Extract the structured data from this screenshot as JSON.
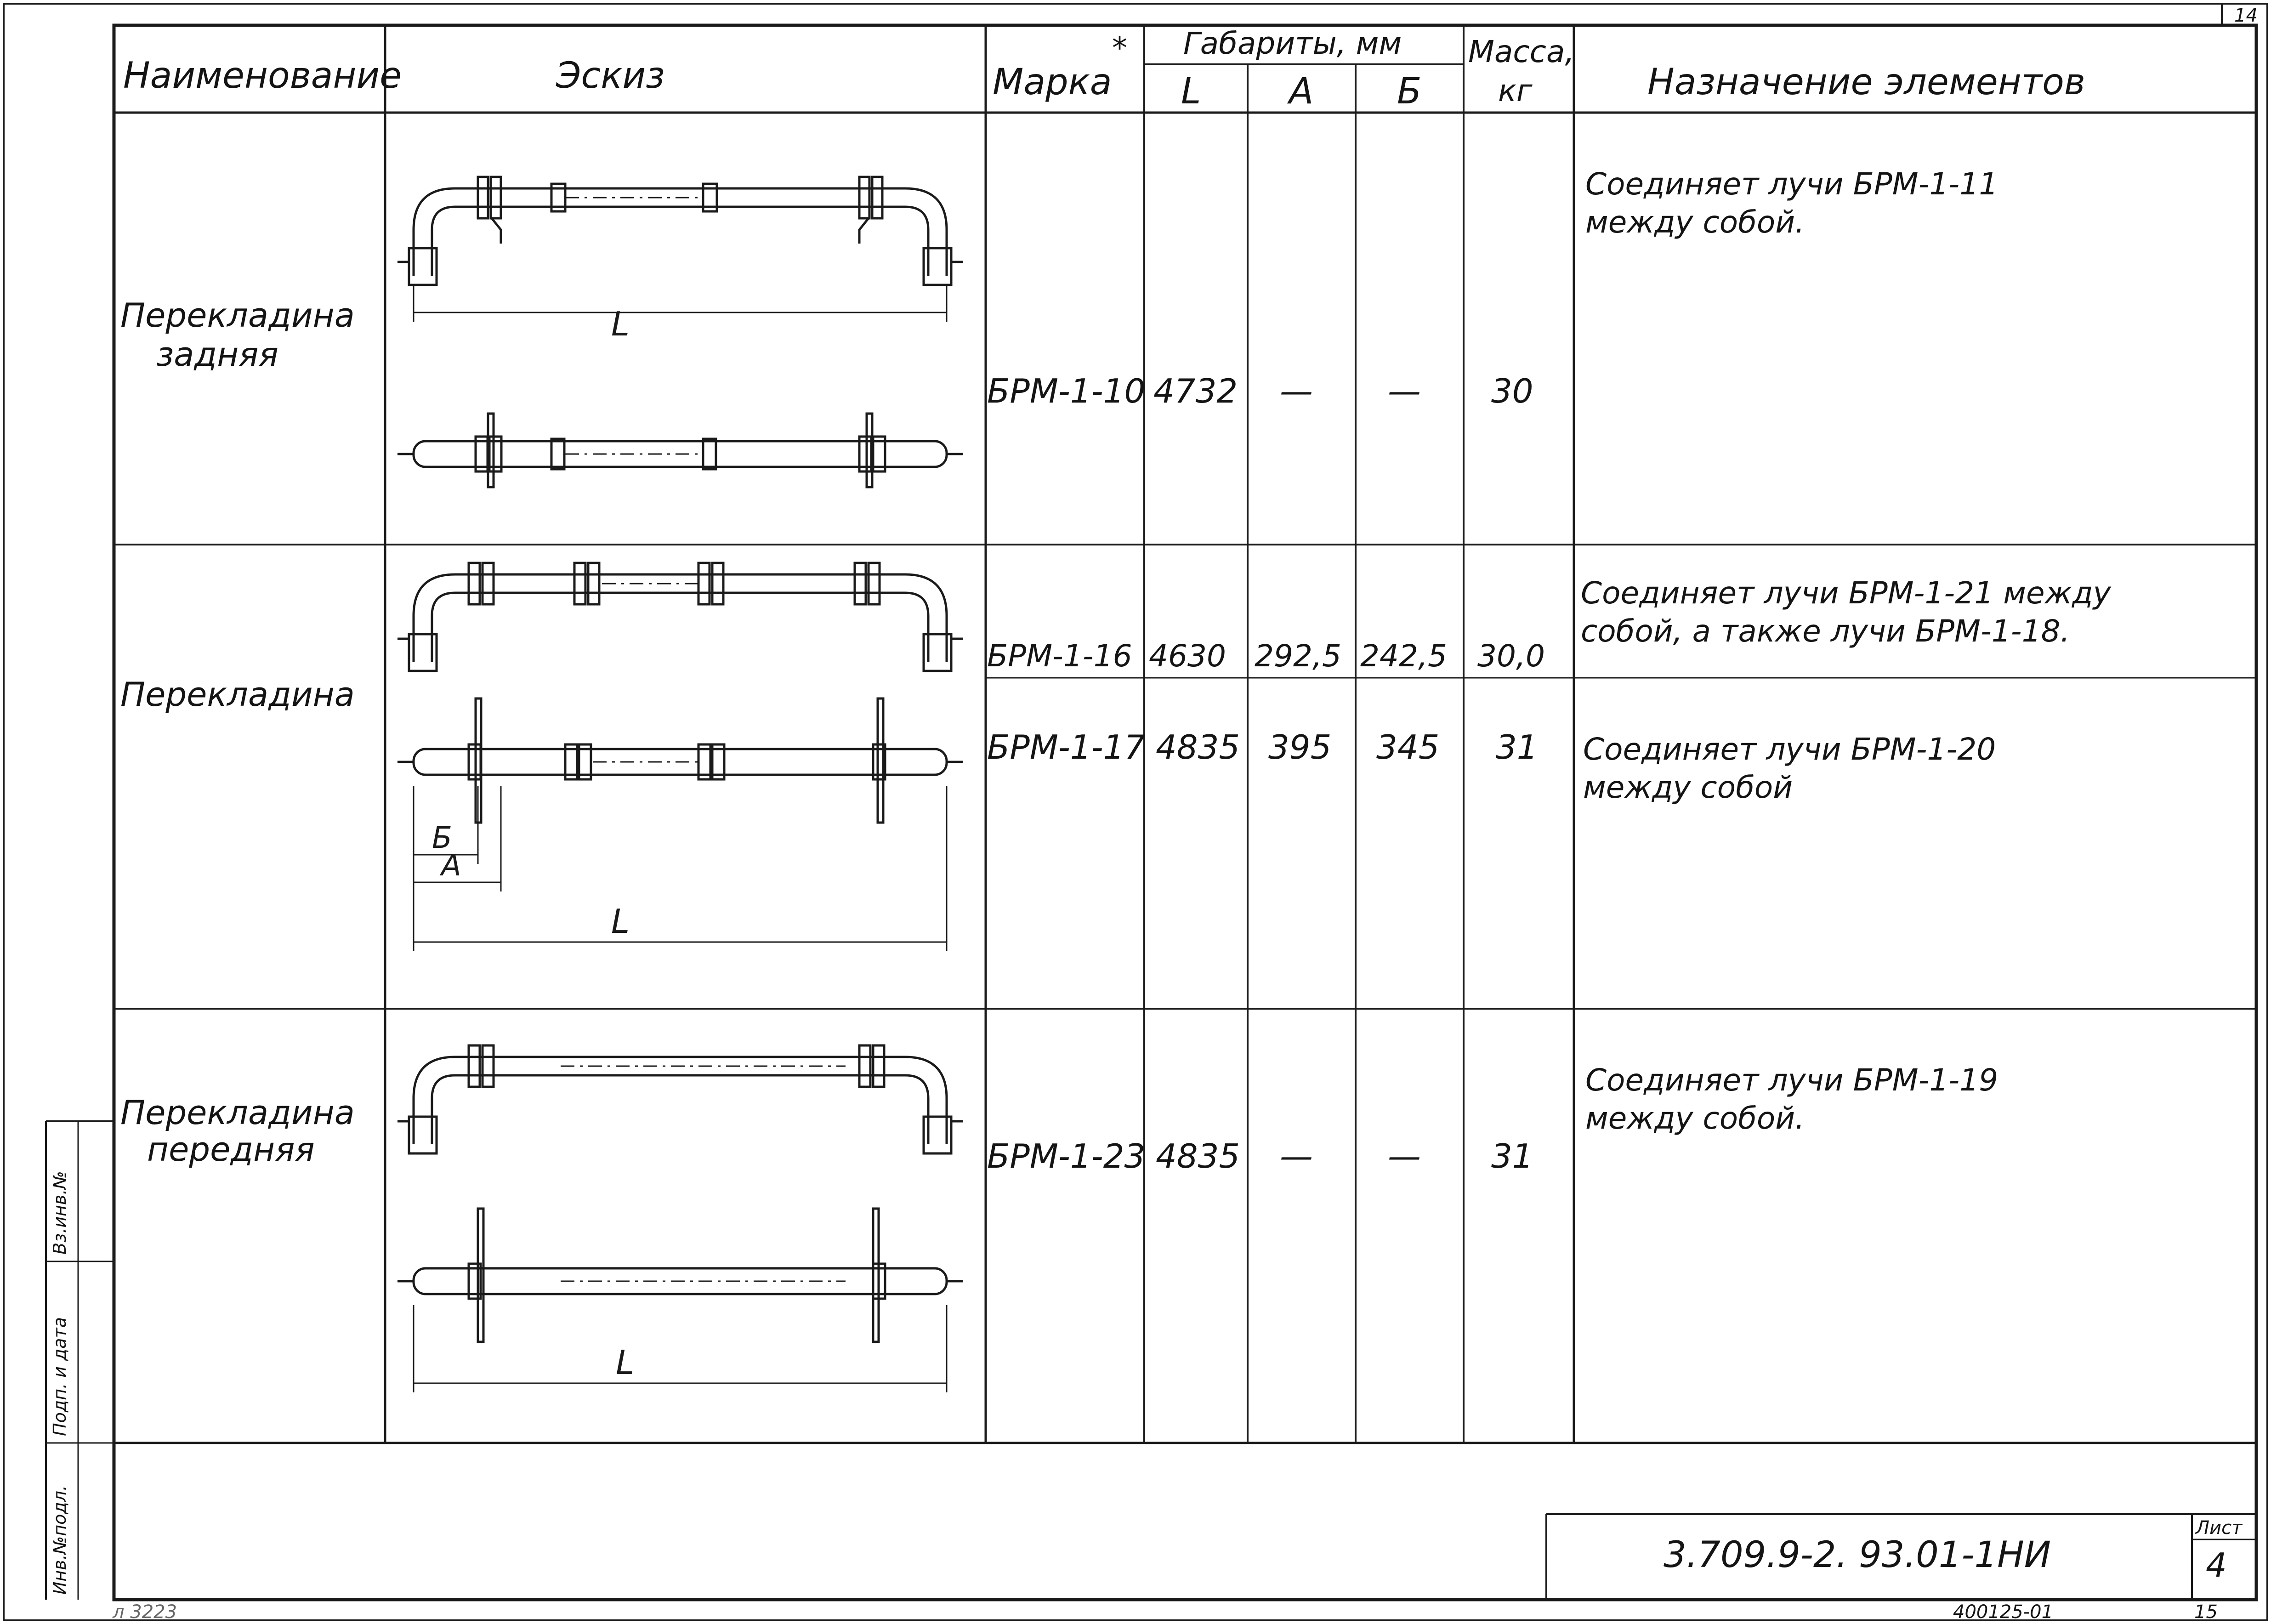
{
  "page_number_top": "14",
  "table": {
    "headers": {
      "name": "Наименование",
      "sketch": "Эскиз",
      "mark": "Марка",
      "mark_note": "*",
      "dims_group": "Габариты, мм",
      "dim_L": "L",
      "dim_A": "А",
      "dim_B": "Б",
      "mass_line1": "Масса,",
      "mass_line2": "кг",
      "purpose": "Назначение элементов"
    },
    "sections": [
      {
        "name_lines": [
          "Перекладина",
          "задняя"
        ],
        "sketch_dim_labels": [
          "L"
        ],
        "rows": [
          {
            "mark": "БРМ-1-10",
            "L": "4732",
            "A": "—",
            "B": "—",
            "mass": "30",
            "purpose": [
              "Соединяет лучи БРМ-1-11",
              "между собой."
            ]
          }
        ]
      },
      {
        "name_lines": [
          "Перекладина"
        ],
        "sketch_dim_labels": [
          "Б",
          "А",
          "L"
        ],
        "rows": [
          {
            "mark": "БРМ-1-16",
            "L": "4630",
            "A": "292,5",
            "B": "242,5",
            "mass": "30,0",
            "purpose": [
              "Соединяет лучи БРМ-1-21 между",
              "собой, а также лучи БРМ-1-18."
            ]
          },
          {
            "mark": "БРМ-1-17",
            "L": "4835",
            "A": "395",
            "B": "345",
            "mass": "31",
            "purpose": [
              "Соединяет лучи БРМ-1-20",
              "между собой"
            ]
          }
        ]
      },
      {
        "name_lines": [
          "Перекладина",
          "передняя"
        ],
        "sketch_dim_labels": [
          "L"
        ],
        "rows": [
          {
            "mark": "БРМ-1-23",
            "L": "4835",
            "A": "—",
            "B": "—",
            "mass": "31",
            "purpose": [
              "Соединяет лучи БРМ-1-19",
              "между собой."
            ]
          }
        ]
      }
    ]
  },
  "side_stamp": {
    "inv_podl": "Инв.№подл.",
    "podp_data": "Подп. и дата",
    "vz_inv": "Вз.инв.№"
  },
  "title_block": {
    "doc_code": "3.709.9-2. 93.01-1НИ",
    "sheet_label": "Лист",
    "sheet_number": "4"
  },
  "footer": {
    "left_note": "л 3223",
    "order_number": "400125-01",
    "right_number": "15"
  }
}
